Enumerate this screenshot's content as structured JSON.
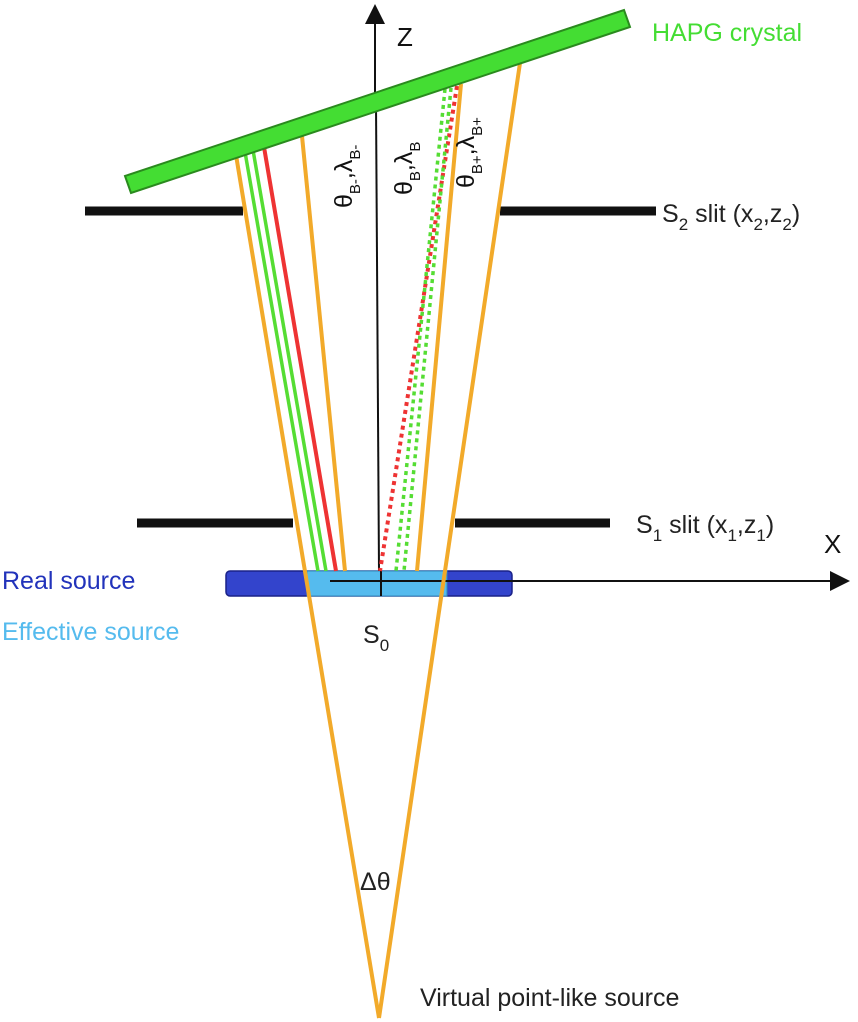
{
  "labels": {
    "crystal": "HAPG crystal",
    "s2_slit": {
      "main": "S",
      "sub": "2",
      "rest": " slit (x",
      "sub_x": "2",
      "comma": ",z",
      "sub_z": "2",
      "end": ")"
    },
    "s1_slit": {
      "main": "S",
      "sub": "1",
      "rest": " slit (x",
      "sub_x": "1",
      "comma": ",z",
      "sub_z": "1",
      "end": ")"
    },
    "z_axis": "Z",
    "x_axis": "X",
    "real_source": "Real source",
    "effective_source": "Effective source",
    "s0": {
      "main": "S",
      "sub": "0"
    },
    "delta_theta": "Δθ",
    "virtual_source": "Virtual point-like source",
    "theta_minus": {
      "theta": "θ",
      "theta_sub": "B-",
      "sep": ",",
      "lambda": "λ",
      "lambda_sub": "B-"
    },
    "theta_center": {
      "theta": "θ",
      "theta_sub": "B",
      "sep": ",",
      "lambda": "λ",
      "lambda_sub": "B"
    },
    "theta_plus": {
      "theta": "θ",
      "theta_sub": "B+",
      "sep": ",",
      "lambda": "λ",
      "lambda_sub": "B+"
    }
  },
  "colors": {
    "crystal_fill": "#44dd33",
    "crystal_label": "#44dd33",
    "ray_orange": "#f2aa2a",
    "ray_red": "#ee3333",
    "ray_green": "#55dd33",
    "slit": "#111111",
    "real_source": "#3344cc",
    "effective_source": "#55bbee",
    "real_source_label": "#2233bb",
    "effective_source_label": "#55bbee"
  }
}
